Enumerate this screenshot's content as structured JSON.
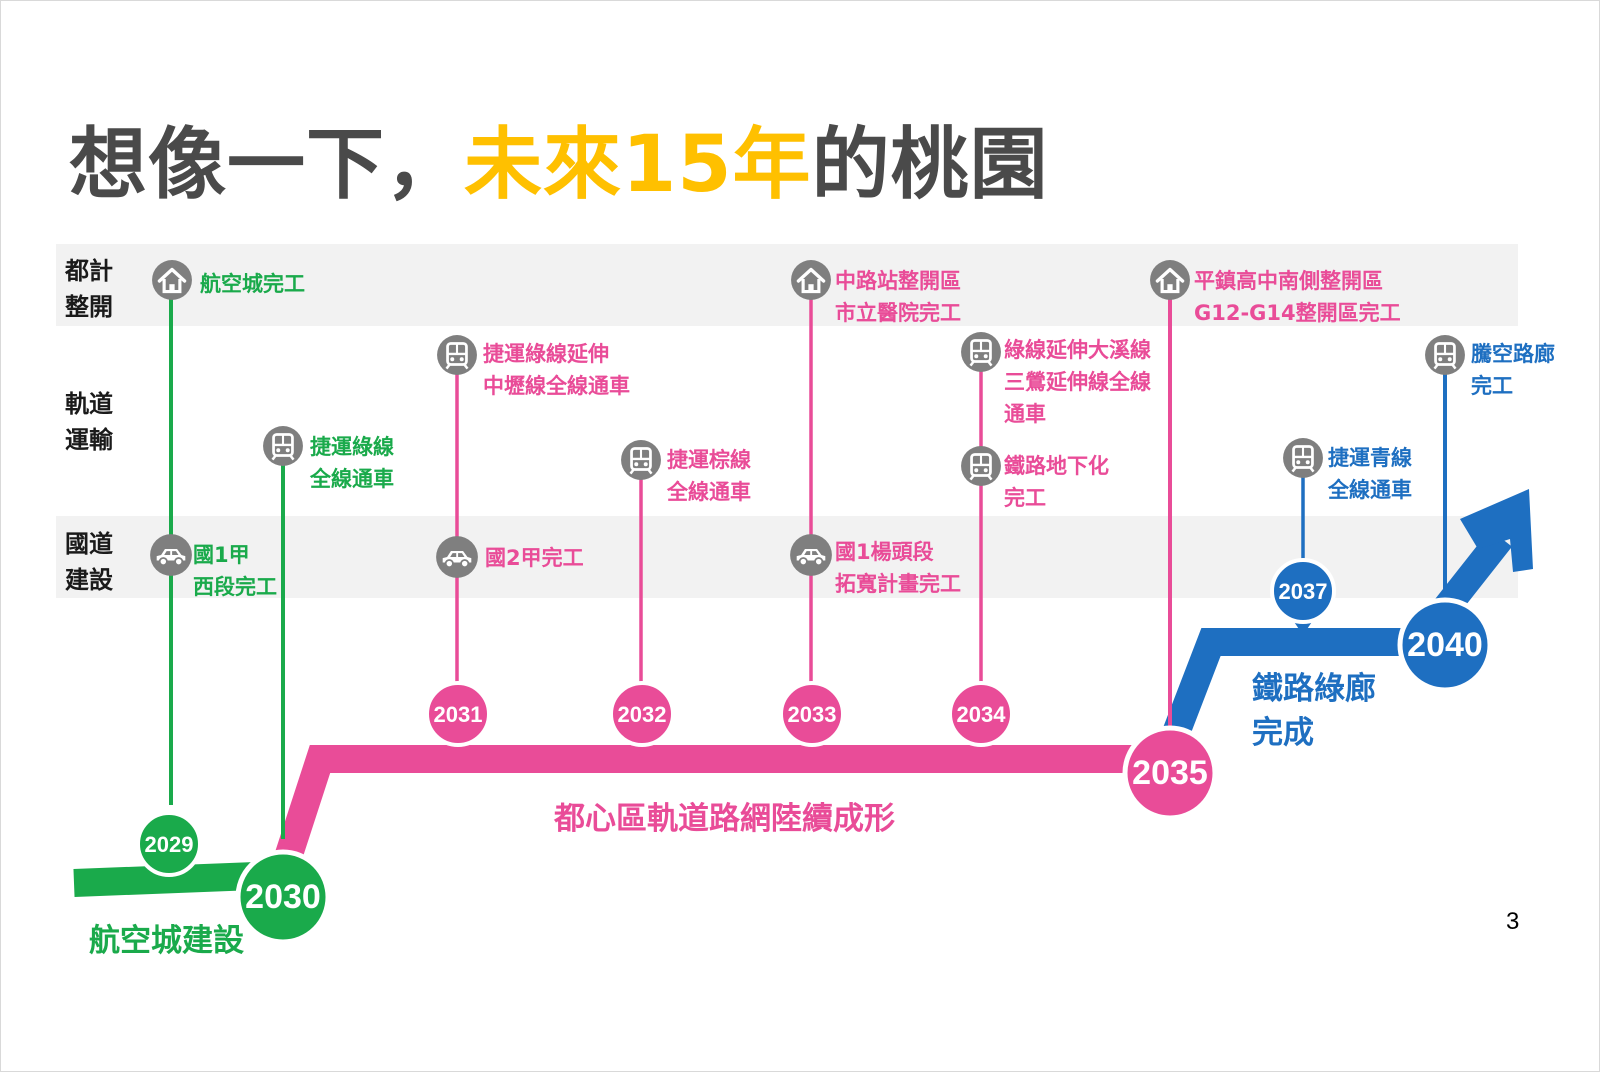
{
  "title": {
    "part1": "想像一下，",
    "highlight": "未來15年",
    "part2": "的桃園"
  },
  "categories": [
    {
      "line1": "都計",
      "line2": "整開"
    },
    {
      "line1": "軌道",
      "line2": "運輸"
    },
    {
      "line1": "國道",
      "line2": "建設"
    }
  ],
  "colors": {
    "green": "#1aaa4b",
    "pink": "#e94c98",
    "blue": "#1e6fc1",
    "title_accent": "#ffc000"
  },
  "years": [
    "2029",
    "2030",
    "2031",
    "2032",
    "2033",
    "2034",
    "2035",
    "2037",
    "2040"
  ],
  "phases": [
    "航空城建設",
    "都心區軌道路網陸續成形",
    "鐵路綠廊",
    "完成"
  ],
  "events": [
    {
      "icon": "house-icon",
      "lines": [
        "航空城完工"
      ]
    },
    {
      "icon": "car-icon",
      "lines": [
        "國1甲",
        "西段完工"
      ]
    },
    {
      "icon": "train-icon",
      "lines": [
        "捷運綠線",
        "全線通車"
      ]
    },
    {
      "icon": "train-icon",
      "lines": [
        "捷運綠線延伸",
        "中壢線全線通車"
      ]
    },
    {
      "icon": "car-icon",
      "lines": [
        "國2甲完工"
      ]
    },
    {
      "icon": "train-icon",
      "lines": [
        "捷運棕線",
        "全線通車"
      ]
    },
    {
      "icon": "house-icon",
      "lines": [
        "中路站整開區",
        "市立醫院完工"
      ]
    },
    {
      "icon": "car-icon",
      "lines": [
        "國1楊頭段",
        "拓寬計畫完工"
      ]
    },
    {
      "icon": "train-icon",
      "lines": [
        "綠線延伸大溪線",
        "三鶯延伸線全線",
        "通車"
      ]
    },
    {
      "icon": "train-icon",
      "lines": [
        "鐵路地下化",
        "完工"
      ]
    },
    {
      "icon": "house-icon",
      "lines": [
        "平鎮高中南側整開區",
        "G12-G14整開區完工"
      ]
    },
    {
      "icon": "train-icon",
      "lines": [
        "捷運青線",
        "全線通車"
      ]
    },
    {
      "icon": "train-icon",
      "lines": [
        "騰空路廊",
        "完工"
      ]
    }
  ],
  "page_number": "3"
}
